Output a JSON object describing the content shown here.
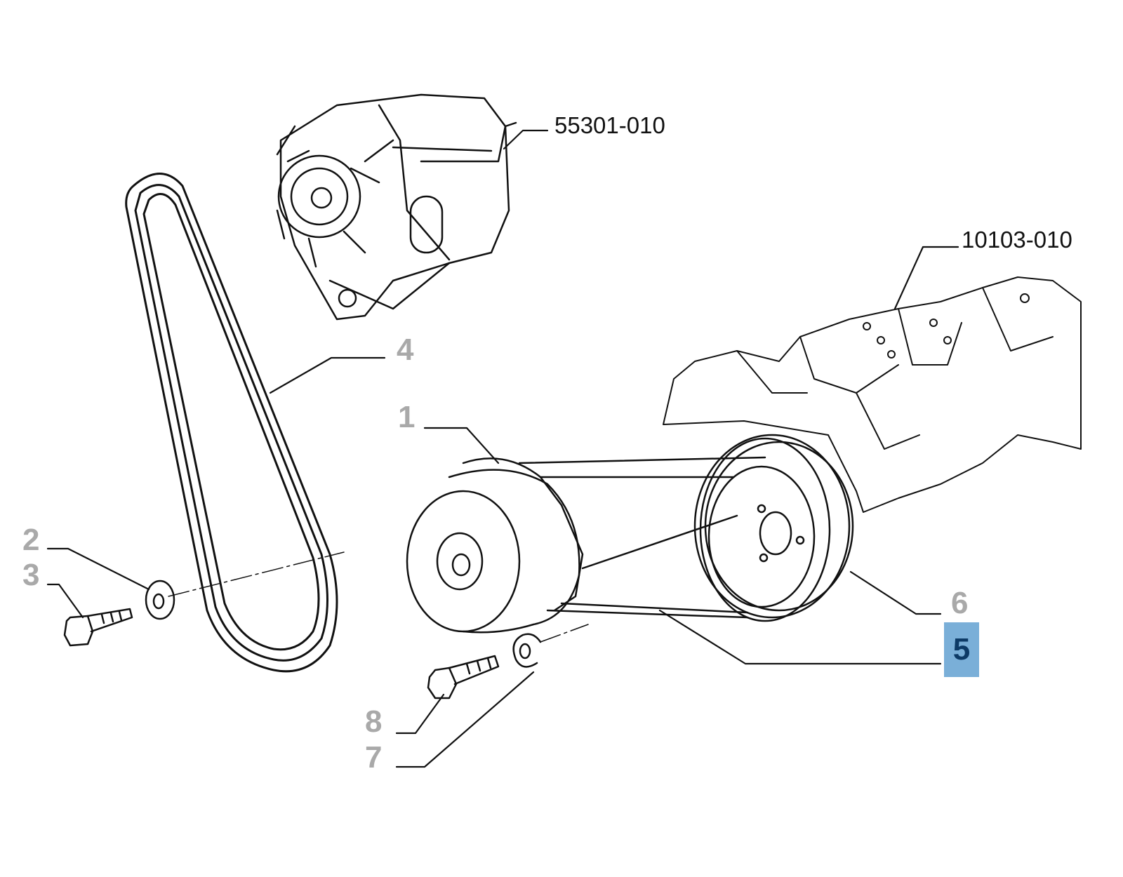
{
  "diagram": {
    "part_numbers": {
      "alternator": "55301-010",
      "crankshaft": "10103-010"
    },
    "callouts": {
      "pulley": "1",
      "washer_left": "2",
      "bolt_left": "3",
      "belt": "4",
      "selected": "5",
      "pulley_ring": "6",
      "washer_right": "7",
      "bolt_right": "8"
    },
    "colors": {
      "callout": "#a9a9a9",
      "highlight_bg": "#7aafd8",
      "highlight_text": "#0d3a66",
      "line": "#111111"
    }
  }
}
